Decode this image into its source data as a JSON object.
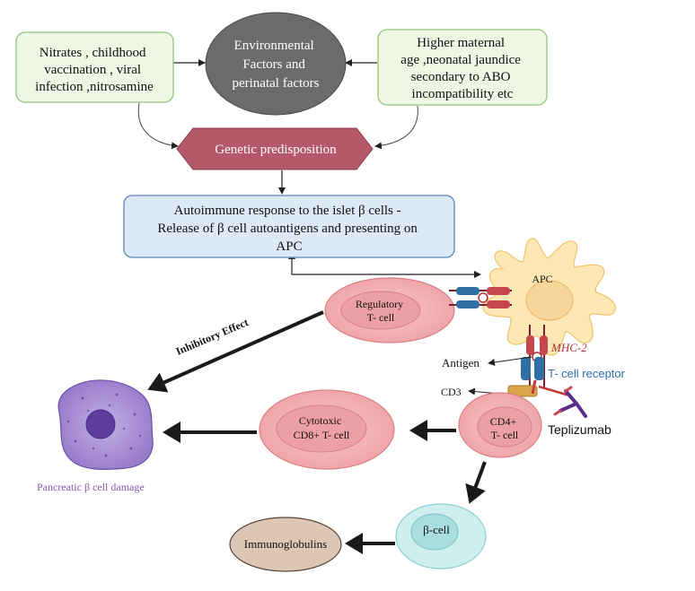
{
  "left_box": {
    "lines": [
      "Nitrates , childhood",
      "vaccination , viral",
      "infection ,nitrosamine"
    ]
  },
  "center_oval": {
    "lines": [
      "Environmental",
      "Factors and",
      "perinatal factors"
    ]
  },
  "right_box": {
    "lines": [
      "Higher maternal",
      "age ,neonatal jaundice",
      "secondary to ABO",
      "incompatibility etc"
    ]
  },
  "genetic": {
    "label": "Genetic predisposition"
  },
  "autoimmune": {
    "lines": [
      "Autoimmune response to the islet β cells -",
      "Release of β cell autoantigens and presenting on",
      "APC"
    ]
  },
  "apc": {
    "label": "APC"
  },
  "regulatory": {
    "lines": [
      "Regulatory",
      "T- cell"
    ]
  },
  "inhibitory": {
    "label": "Inhibitory Effect"
  },
  "mhc": {
    "label": "MHC-2"
  },
  "antigen": {
    "label": "Antigen"
  },
  "tcr": {
    "label": "T- cell receptor"
  },
  "cd3": {
    "label": "CD3"
  },
  "cd4": {
    "lines": [
      "CD4+",
      "T- cell"
    ]
  },
  "teplizumab": {
    "label": "Teplizumab"
  },
  "cytotoxic": {
    "lines": [
      "Cytotoxic",
      "CD8+ T- cell"
    ]
  },
  "pancreatic": {
    "label": "Pancreatic β cell damage"
  },
  "beta": {
    "label": "β-cell"
  },
  "immuno": {
    "label": "Immunoglobulins"
  },
  "colors": {
    "green_box_fill": "#eef6e4",
    "green_box_stroke": "#93c47d",
    "oval_fill": "#6b6b6b",
    "genetic_fill": "#b5596a",
    "blue_box_fill": "#dde9f6",
    "blue_box_stroke": "#5b87b8",
    "apc_fill": "#fde7b4",
    "tcell_fill": "#f3b6b8",
    "purple_cell": "#a58bd0",
    "beta_fill": "#cfeeee",
    "immuno_fill": "#dcc7b6",
    "tcr_text": "#2f6fb3",
    "mhc_text": "#b0303f",
    "pancreatic_text": "#8a55b0"
  }
}
